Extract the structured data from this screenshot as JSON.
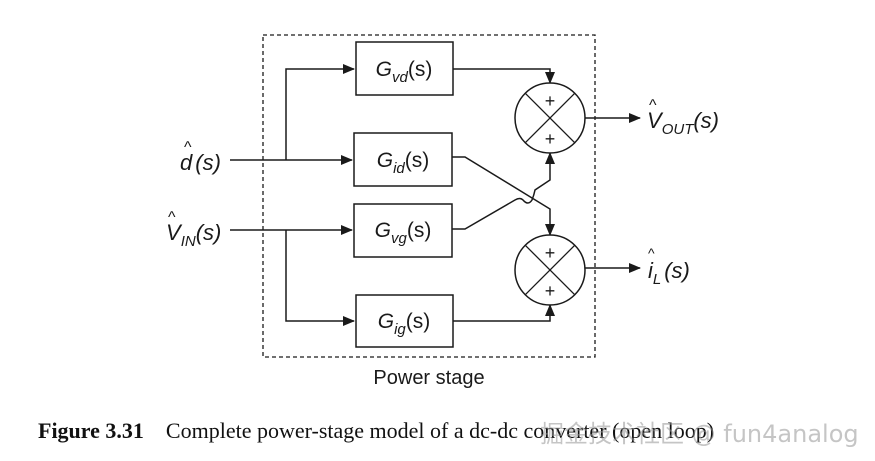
{
  "diagram": {
    "group_label": "Power stage",
    "inputs": [
      {
        "id": "d",
        "base": "d",
        "sub": "",
        "arg": "(s)",
        "hat": true
      },
      {
        "id": "vin",
        "base": "V",
        "sub": "IN",
        "arg": "(s)",
        "hat": true
      }
    ],
    "blocks": [
      {
        "id": "gvd",
        "base": "G",
        "sub": "vd",
        "arg": "(s)"
      },
      {
        "id": "gid",
        "base": "G",
        "sub": "id",
        "arg": "(s)"
      },
      {
        "id": "gvg",
        "base": "G",
        "sub": "vg",
        "arg": "(s)"
      },
      {
        "id": "gig",
        "base": "G",
        "sub": "ig",
        "arg": "(s)"
      }
    ],
    "summers": [
      {
        "id": "sum1",
        "top_sign": "+",
        "bottom_sign": "+"
      },
      {
        "id": "sum2",
        "top_sign": "+",
        "bottom_sign": "+"
      }
    ],
    "outputs": [
      {
        "id": "vout",
        "base": "V",
        "sub": "OUT",
        "arg": "(s)",
        "hat": true
      },
      {
        "id": "il",
        "base": "i",
        "sub": "L",
        "arg": "(s)",
        "hat": true
      }
    ],
    "connections": [
      {
        "from": "d",
        "to": "gvd"
      },
      {
        "from": "d",
        "to": "gid"
      },
      {
        "from": "vin",
        "to": "gvg"
      },
      {
        "from": "vin",
        "to": "gig"
      },
      {
        "from": "gvd",
        "to": "sum1"
      },
      {
        "from": "gvg",
        "to": "sum1"
      },
      {
        "from": "gid",
        "to": "sum2"
      },
      {
        "from": "gig",
        "to": "sum2"
      },
      {
        "from": "sum1",
        "to": "vout"
      },
      {
        "from": "sum2",
        "to": "il"
      }
    ]
  },
  "caption": {
    "label": "Figure 3.31",
    "text": "Complete power-stage model of a dc-dc converter (open loop)"
  },
  "watermark": "掘金技术社区 @ fun4analog"
}
